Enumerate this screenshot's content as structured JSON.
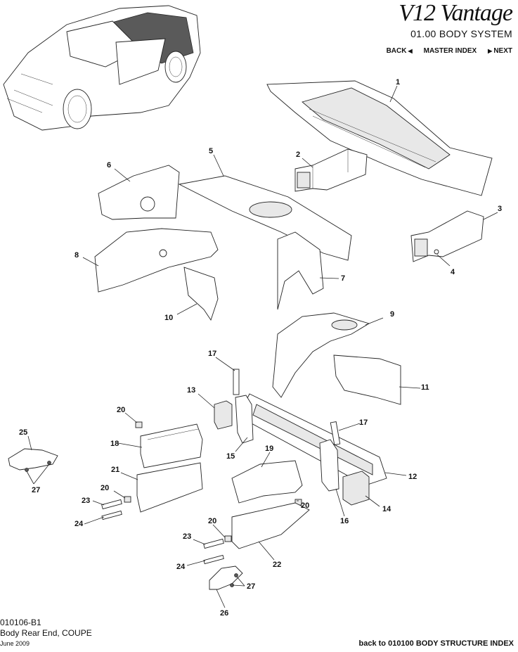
{
  "header": {
    "logo_text": "V12 Vantage",
    "section_title": "01.00 BODY SYSTEM",
    "nav": {
      "back": "BACK",
      "master_index": "MASTER INDEX",
      "next": "NEXT"
    }
  },
  "footer": {
    "diagram_code": "010106-B1",
    "diagram_name": "Body Rear End, COUPE",
    "date": "June 2009",
    "back_link": "back to 010100 BODY STRUCTURE INDEX"
  },
  "callouts": [
    "1",
    "2",
    "3",
    "4",
    "5",
    "6",
    "7",
    "8",
    "9",
    "10",
    "11",
    "12",
    "13",
    "14",
    "15",
    "16",
    "17",
    "17",
    "18",
    "19",
    "20",
    "20",
    "20",
    "20",
    "21",
    "22",
    "23",
    "23",
    "24",
    "24",
    "25",
    "26",
    "27",
    "27"
  ]
}
